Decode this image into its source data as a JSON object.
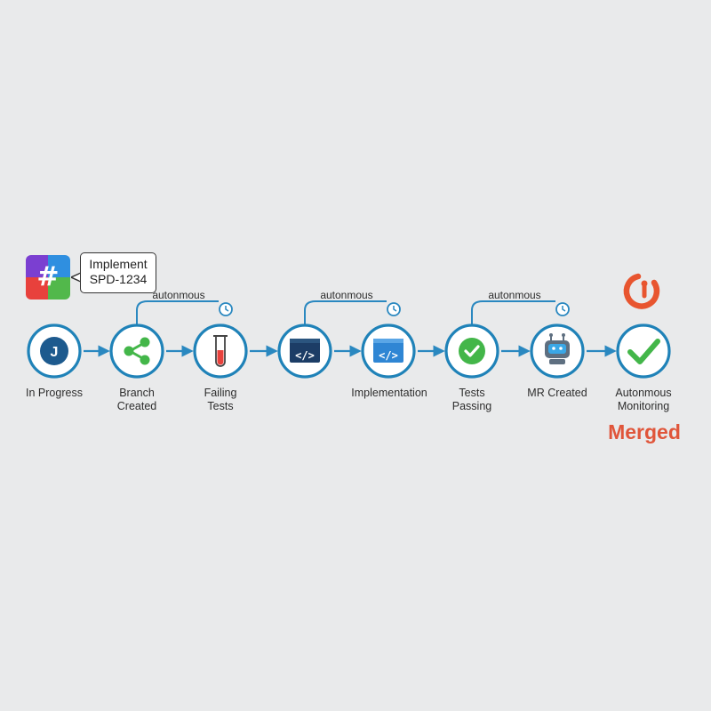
{
  "colors": {
    "background": "#e9eaeb",
    "ring": "#1f82b8",
    "arrow": "#2a88c0",
    "connector": "#2a88c0",
    "merged": "#e0553a",
    "jira": "#1d5a8e",
    "branch": "#43b649",
    "tube_red": "#e8413c",
    "code_dark": "#1c3d66",
    "code_blue": "#2f86d4",
    "check_green": "#43b649",
    "robot": "#5e6f80",
    "robot_screen": "#3aa7e6",
    "gitlab_orange": "#e8552f"
  },
  "chat_message": {
    "text": "Implement\nSPD-1234",
    "icon": "slack-hash-icon"
  },
  "stages": [
    {
      "label": "In Progress",
      "icon": "jira-icon",
      "glyph": "J"
    },
    {
      "label": "Branch\nCreated",
      "icon": "branch-share-icon"
    },
    {
      "label": "Failing\nTests",
      "icon": "test-tube-icon"
    },
    {
      "label": "",
      "icon": "code-window-icon",
      "glyph": "</>"
    },
    {
      "label": "Implementation",
      "icon": "code-window-icon",
      "glyph": "</>"
    },
    {
      "label": "Tests\nPassing",
      "icon": "check-circle-icon"
    },
    {
      "label": "MR Created",
      "icon": "robot-icon"
    },
    {
      "label": "Autonmous\nMonitoring",
      "icon": "big-checkmark-icon"
    }
  ],
  "autonomous_links": [
    {
      "label": "autonmous",
      "from_stage": 1,
      "to_stage": 2,
      "icon": "clock-icon"
    },
    {
      "label": "autonmous",
      "from_stage": 3,
      "to_stage": 4,
      "icon": "clock-icon"
    },
    {
      "label": "autonmous",
      "from_stage": 5,
      "to_stage": 6,
      "icon": "clock-icon"
    }
  ],
  "result": {
    "text": "Merged",
    "icon": "gitlab-logo-icon"
  }
}
